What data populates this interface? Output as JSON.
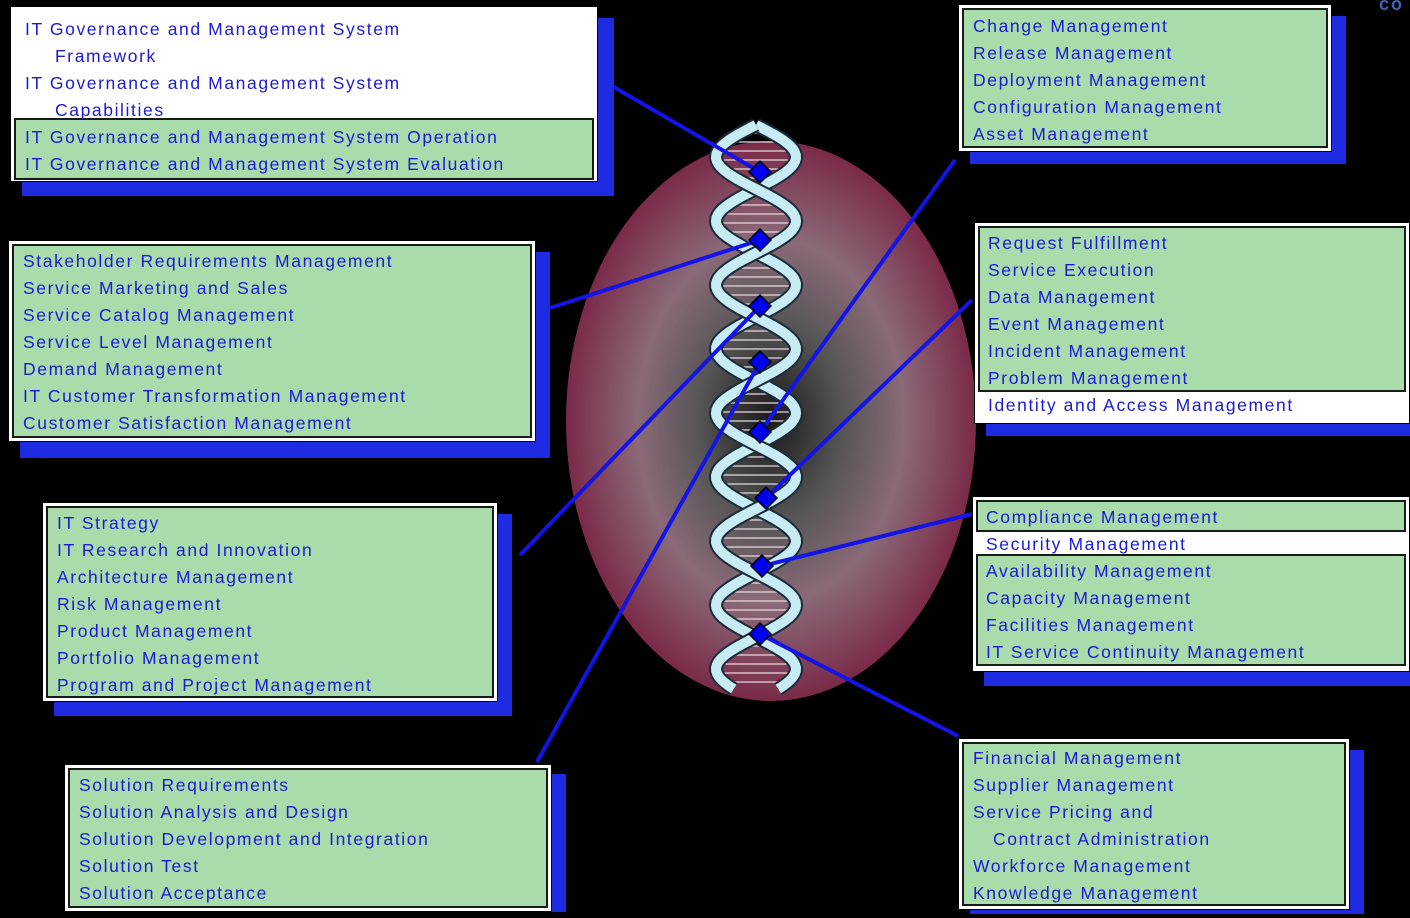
{
  "corner_text": "co",
  "boxes": {
    "governance": [
      "IT Governance and Management System",
      "Framework",
      "IT Governance and Management System",
      "Capabilities",
      "IT Governance and Management System Operation",
      "IT Governance and Management System Evaluation"
    ],
    "stakeholder": [
      "Stakeholder Requirements Management",
      "Service Marketing and Sales",
      "Service Catalog Management",
      "Service Level Management",
      "Demand Management",
      "IT Customer Transformation Management",
      "Customer Satisfaction Management"
    ],
    "strategy": [
      "IT Strategy",
      "IT Research and Innovation",
      "Architecture Management",
      "Risk Management",
      "Product Management",
      "Portfolio Management",
      "Program and Project Management"
    ],
    "solution": [
      "Solution Requirements",
      "Solution Analysis and Design",
      "Solution Development and Integration",
      "Solution Test",
      "Solution Acceptance"
    ],
    "change": [
      "Change Management",
      "Release Management",
      "Deployment Management",
      "Configuration Management",
      "Asset Management"
    ],
    "request": [
      "Request Fulfillment",
      "Service Execution",
      "Data Management",
      "Event Management",
      "Incident Management",
      "Problem Management",
      "Identity and Access Management"
    ],
    "compliance": [
      "Compliance Management",
      "Security Management",
      "Availability Management",
      "Capacity Management",
      "Facilities Management",
      "IT Service Continuity Management"
    ],
    "financial": [
      "Financial Management",
      "Supplier Management",
      "Service Pricing and",
      "Contract Administration",
      "Workforce Management",
      "Knowledge Management"
    ]
  },
  "colors": {
    "background": "#000000",
    "box_fill": "#a9dcaa",
    "text": "#1a1ad8",
    "shadow": "#1f2be0",
    "connector": "#1414e6",
    "oval_outer": "#7a2a48",
    "helix": "#c8ecf4"
  },
  "icons": {
    "node": "blue-diamond",
    "center": "dna-helix"
  }
}
